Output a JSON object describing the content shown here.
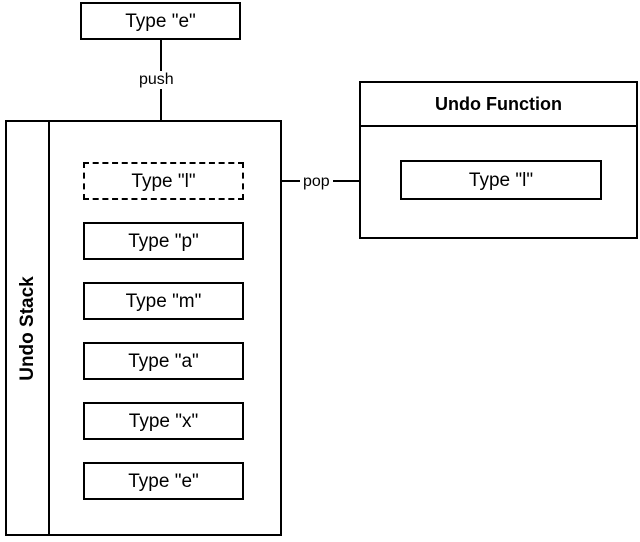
{
  "diagram": {
    "title": "Undo Stack and Undo Function",
    "type": "stack-diagram",
    "colors": {
      "stroke": "#000000",
      "background": "#ffffff",
      "text": "#000000"
    }
  },
  "push_source": {
    "label": "Type \"e\""
  },
  "edges": [
    {
      "name": "push",
      "label": "push",
      "from": "push-source-box",
      "to": "stack-top-item",
      "arrow": "filled"
    },
    {
      "name": "pop",
      "label": "pop",
      "from": "stack-top-item",
      "to": "undo-function-item",
      "arrow": "open"
    }
  ],
  "push_edge": {
    "label": "push"
  },
  "pop_edge": {
    "label": "pop"
  },
  "undo_stack": {
    "label": "Undo Stack",
    "items": [
      {
        "label": "Type \"l\"",
        "style": "dashed"
      },
      {
        "label": "Type \"p\"",
        "style": "solid"
      },
      {
        "label": "Type \"m\"",
        "style": "solid"
      },
      {
        "label": "Type \"a\"",
        "style": "solid"
      },
      {
        "label": "Type \"x\"",
        "style": "solid"
      },
      {
        "label": "Type \"e\"",
        "style": "solid"
      }
    ]
  },
  "undo_function": {
    "title": "Undo Function",
    "item": {
      "label": "Type \"l\""
    }
  }
}
